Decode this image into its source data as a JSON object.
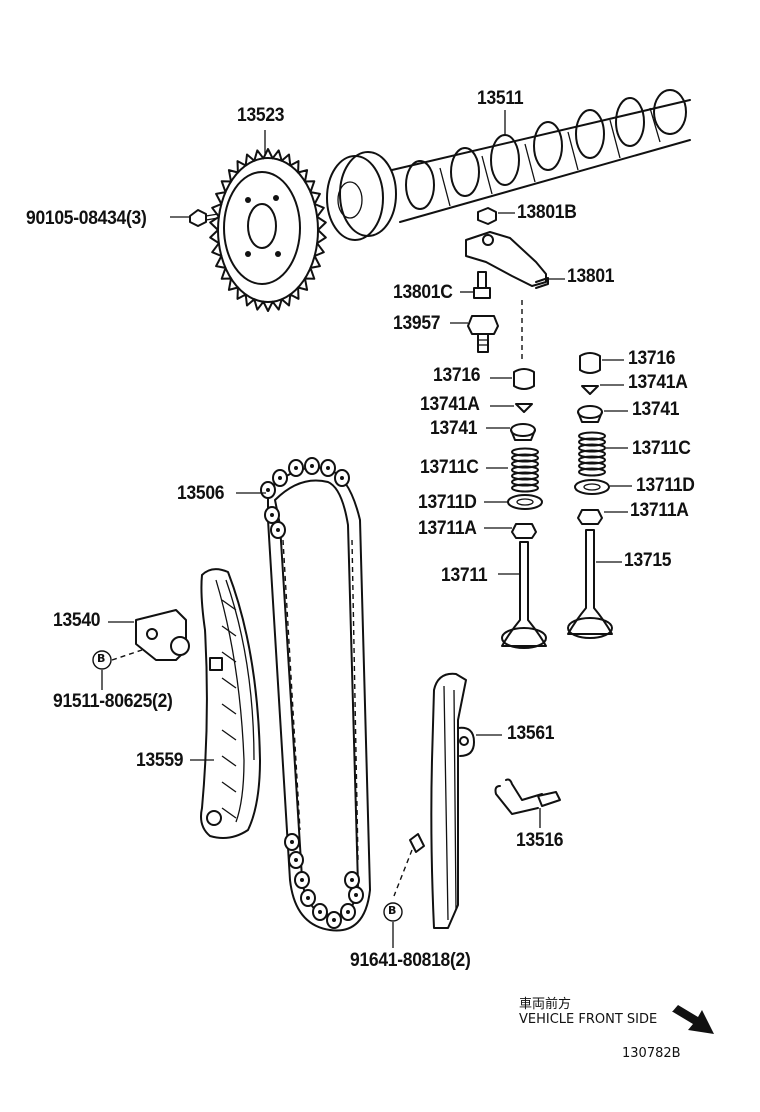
{
  "labels": {
    "p13511": "13511",
    "p13523": "13523",
    "p90105": "90105-08434(3)",
    "p13801B": "13801B",
    "p13801": "13801",
    "p13801C": "13801C",
    "p13957": "13957",
    "p13716_r": "13716",
    "p13741A_r": "13741A",
    "p13741_r": "13741",
    "p13711C_r": "13711C",
    "p13711D_r": "13711D",
    "p13711A_r": "13711A",
    "p13715": "13715",
    "p13716_l": "13716",
    "p13741A_l": "13741A",
    "p13741_l": "13741",
    "p13711C_l": "13711C",
    "p13711D_l": "13711D",
    "p13711A_l": "13711A",
    "p13711": "13711",
    "p13506": "13506",
    "p13540": "13540",
    "p91511": "91511-80625(2)",
    "p13559": "13559",
    "p13561": "13561",
    "p13516": "13516",
    "p91641": "91641-80818(2)"
  },
  "markers": {
    "b1": "B",
    "b2": "B"
  },
  "orientation": {
    "japanese": "車両前方",
    "english": "VEHICLE FRONT SIDE"
  },
  "reference": "130782B"
}
